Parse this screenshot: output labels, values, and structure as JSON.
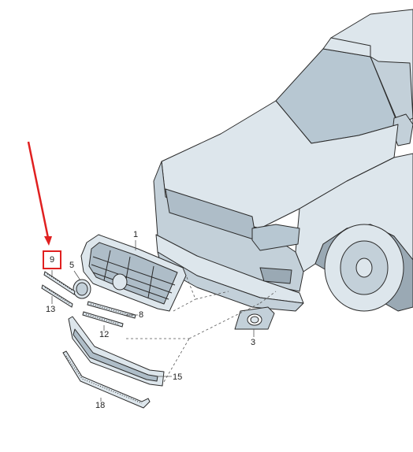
{
  "diagram": {
    "labels": {
      "p1": "1",
      "p3": "3",
      "p5": "5",
      "p8": "8",
      "p9": "9",
      "p12": "12",
      "p13": "13",
      "p15": "15",
      "p18": "18"
    },
    "highlighted_part": "9",
    "colors": {
      "body_fill": "#dde6ec",
      "body_shade": "#c3d0d9",
      "glass": "#b7c7d2",
      "outline": "#2b2b2b",
      "highlight": "#e02020",
      "leader": "#555555"
    }
  }
}
